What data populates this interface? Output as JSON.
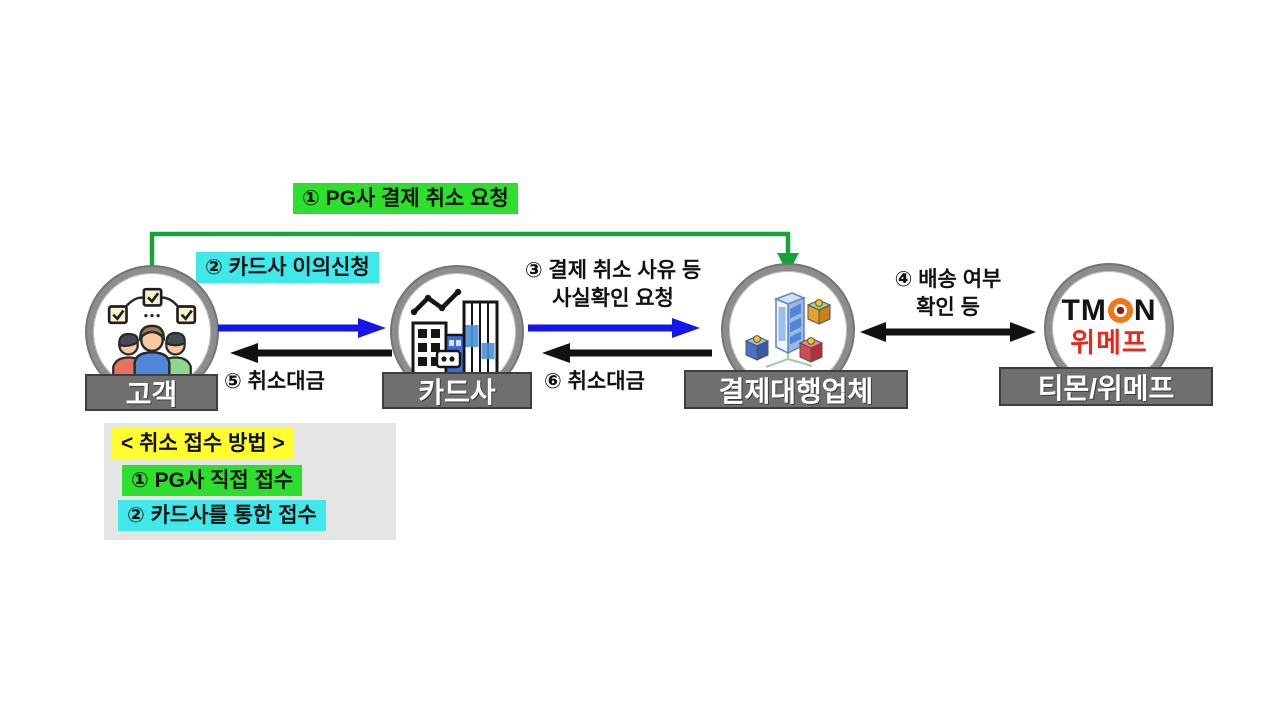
{
  "flow_steps": {
    "step1_banner": "① PG사 결제 취소 요청",
    "step2_label": "② 카드사 이의신청",
    "step3_line1": "③ 결제 취소 사유 등",
    "step3_line2": "사실확인 요청",
    "step4_line1": "④ 배송 여부",
    "step4_line2": "확인 등",
    "step5_label": "⑤ 취소대금",
    "step6_label": "⑥ 취소대금"
  },
  "nodes": {
    "customer": {
      "label": "고객"
    },
    "card_company": {
      "label": "카드사"
    },
    "pg_company": {
      "label": "결제대행업체"
    },
    "platform": {
      "label": "티몬/위메프",
      "logo_left": "TM",
      "logo_right": "N",
      "logo_sub": "위메프"
    }
  },
  "method_box": {
    "title": "< 취소 접수 방법 >",
    "item1": "① PG사 직접 접수",
    "item2": "② 카드사를 통한 접수"
  },
  "colors": {
    "highlight_green": "#2ee02e",
    "highlight_cyan": "#3fe9e9",
    "highlight_yellow": "#ffff30",
    "arrow_blue": "#1616ea",
    "arrow_green": "#17a23b",
    "arrow_black": "#111111",
    "node_bar_gray": "#6f6f6f",
    "method_box_gray": "#e5e5e5",
    "tmon_orange": "#f07818",
    "wemakeprice_red": "#e8281e"
  }
}
